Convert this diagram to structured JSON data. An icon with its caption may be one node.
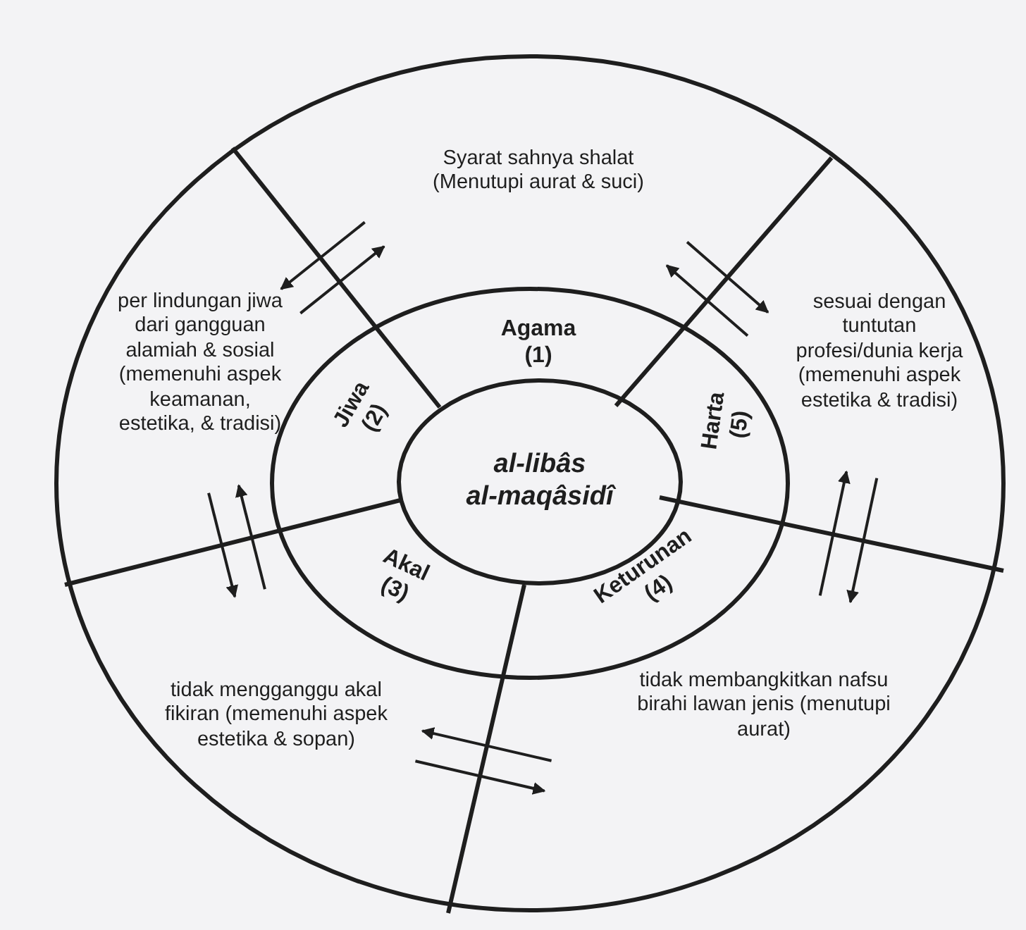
{
  "diagram": {
    "nodes": [
      {
        "text": [
          "al-libâs",
          "al-maqâsidî"
        ]
      },
      {
        "text": [
          "Agama",
          "(1)"
        ]
      },
      {
        "text": [
          "Jiwa",
          "(2)"
        ]
      },
      {
        "text": [
          "Akal",
          "(3)"
        ]
      },
      {
        "text": [
          "Keturunan",
          "(4)"
        ]
      },
      {
        "text": [
          "Harta",
          "(5)"
        ]
      },
      {
        "text": [
          "Syarat sahnya shalat",
          "(Menutupi aurat & suci)"
        ]
      },
      {
        "text": [
          "per lindungan jiwa dari gangguan alamiah & sosial (memenuhi aspek keamanan, estetika, & tradisi)"
        ]
      },
      {
        "text": [
          "sesuai dengan tuntutan profesi/dunia kerja (memenuhi aspek estetika & tradisi)"
        ]
      },
      {
        "text": [
          "tidak mengganggu akal fikiran (memenuhi aspek estetika & sopan)"
        ]
      },
      {
        "text": [
          "tidak membangkitkan nafsu birahi lawan jenis (menutupi aurat)"
        ]
      }
    ],
    "edges": [
      {
        "from": 6,
        "to": 7,
        "arrow": "to"
      },
      {
        "from": 7,
        "to": 6,
        "arrow": "to"
      },
      {
        "from": 6,
        "to": 8,
        "arrow": "to"
      },
      {
        "from": 8,
        "to": 6,
        "arrow": "to"
      },
      {
        "from": 7,
        "to": 9,
        "arrow": "to"
      },
      {
        "from": 9,
        "to": 7,
        "arrow": "to"
      },
      {
        "from": 8,
        "to": 10,
        "arrow": "to"
      },
      {
        "from": 10,
        "to": 8,
        "arrow": "to"
      },
      {
        "from": 9,
        "to": 10,
        "arrow": "to"
      },
      {
        "from": 10,
        "to": 9,
        "arrow": "to"
      }
    ]
  }
}
